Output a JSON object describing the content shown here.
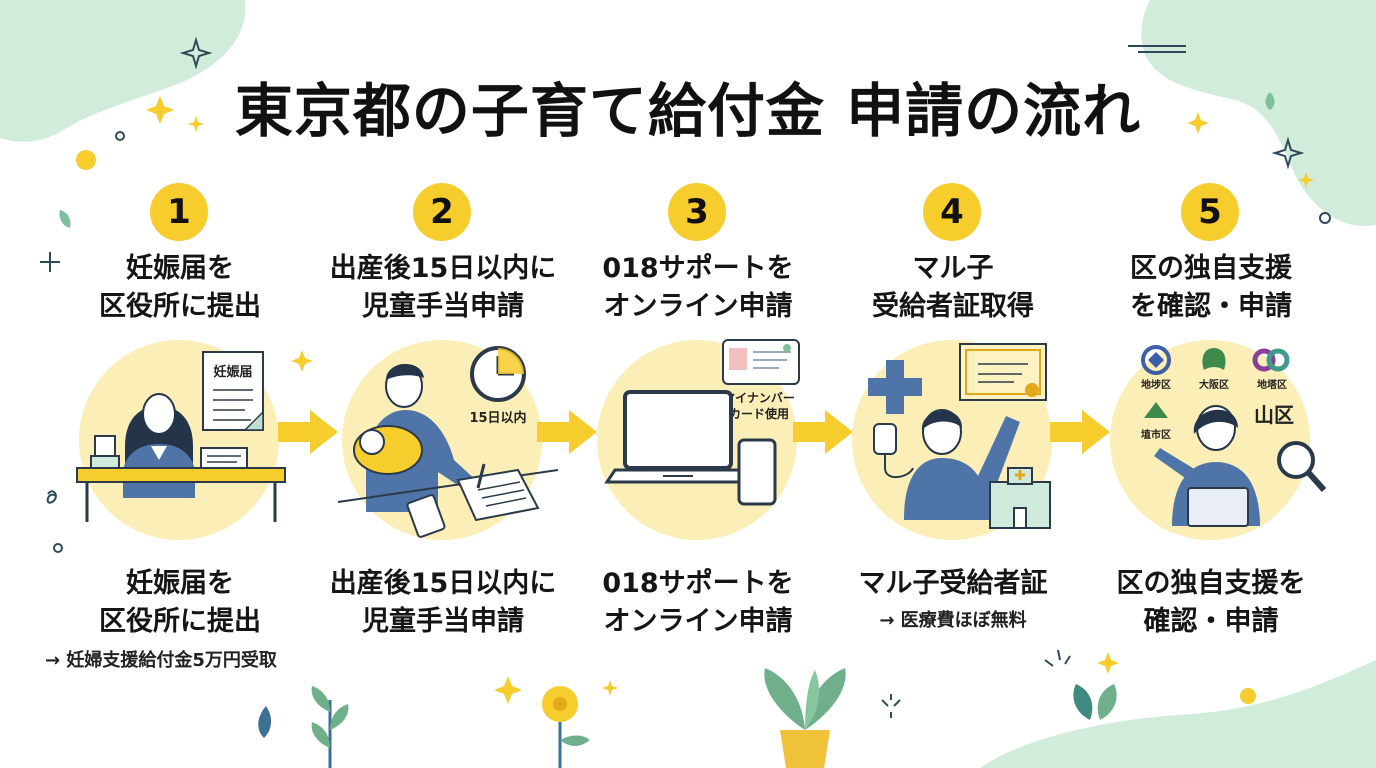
{
  "title": "東京都の子育て給付金 申請の流れ",
  "steps": [
    {
      "number": "1",
      "heading_lines": [
        "妊娠届を",
        "区役所に提出"
      ],
      "footer_lines": [
        "妊娠届を",
        "区役所に提出"
      ],
      "note": "→ 妊婦支援給付金5万円受取",
      "illustration_labels": [
        "妊娠届"
      ]
    },
    {
      "number": "2",
      "heading_lines": [
        "出産後15日以内に",
        "児童手当申請"
      ],
      "footer_lines": [
        "出産後15日以内に",
        "児童手当申請"
      ],
      "note": "",
      "illustration_labels": [
        "15日以内"
      ]
    },
    {
      "number": "3",
      "heading_lines": [
        "018サポートを",
        "オンライン申請"
      ],
      "footer_lines": [
        "018サポートを",
        "オンライン申請"
      ],
      "note": "",
      "illustration_labels": [
        "マイナンバー",
        "カード使用"
      ]
    },
    {
      "number": "4",
      "heading_lines": [
        "マル子",
        "受給者証取得"
      ],
      "footer_lines": [
        "マル子受給者証"
      ],
      "note": "→ 医療費ほぼ無料",
      "illustration_labels": []
    },
    {
      "number": "5",
      "heading_lines": [
        "区の独自支援",
        "を確認・申請"
      ],
      "footer_lines": [
        "区の独自支援を",
        "確認・申請"
      ],
      "note": "",
      "illustration_labels": [
        "地埗区",
        "大阪区",
        "地塔区",
        "埴市区",
        "山区"
      ]
    }
  ],
  "colors": {
    "badge": "#f6cd2c",
    "circle": "#fbeeb6",
    "arrow": "#f6cd2c",
    "person_blue": "#4e74a8",
    "accent_green": "#cfeadb"
  }
}
